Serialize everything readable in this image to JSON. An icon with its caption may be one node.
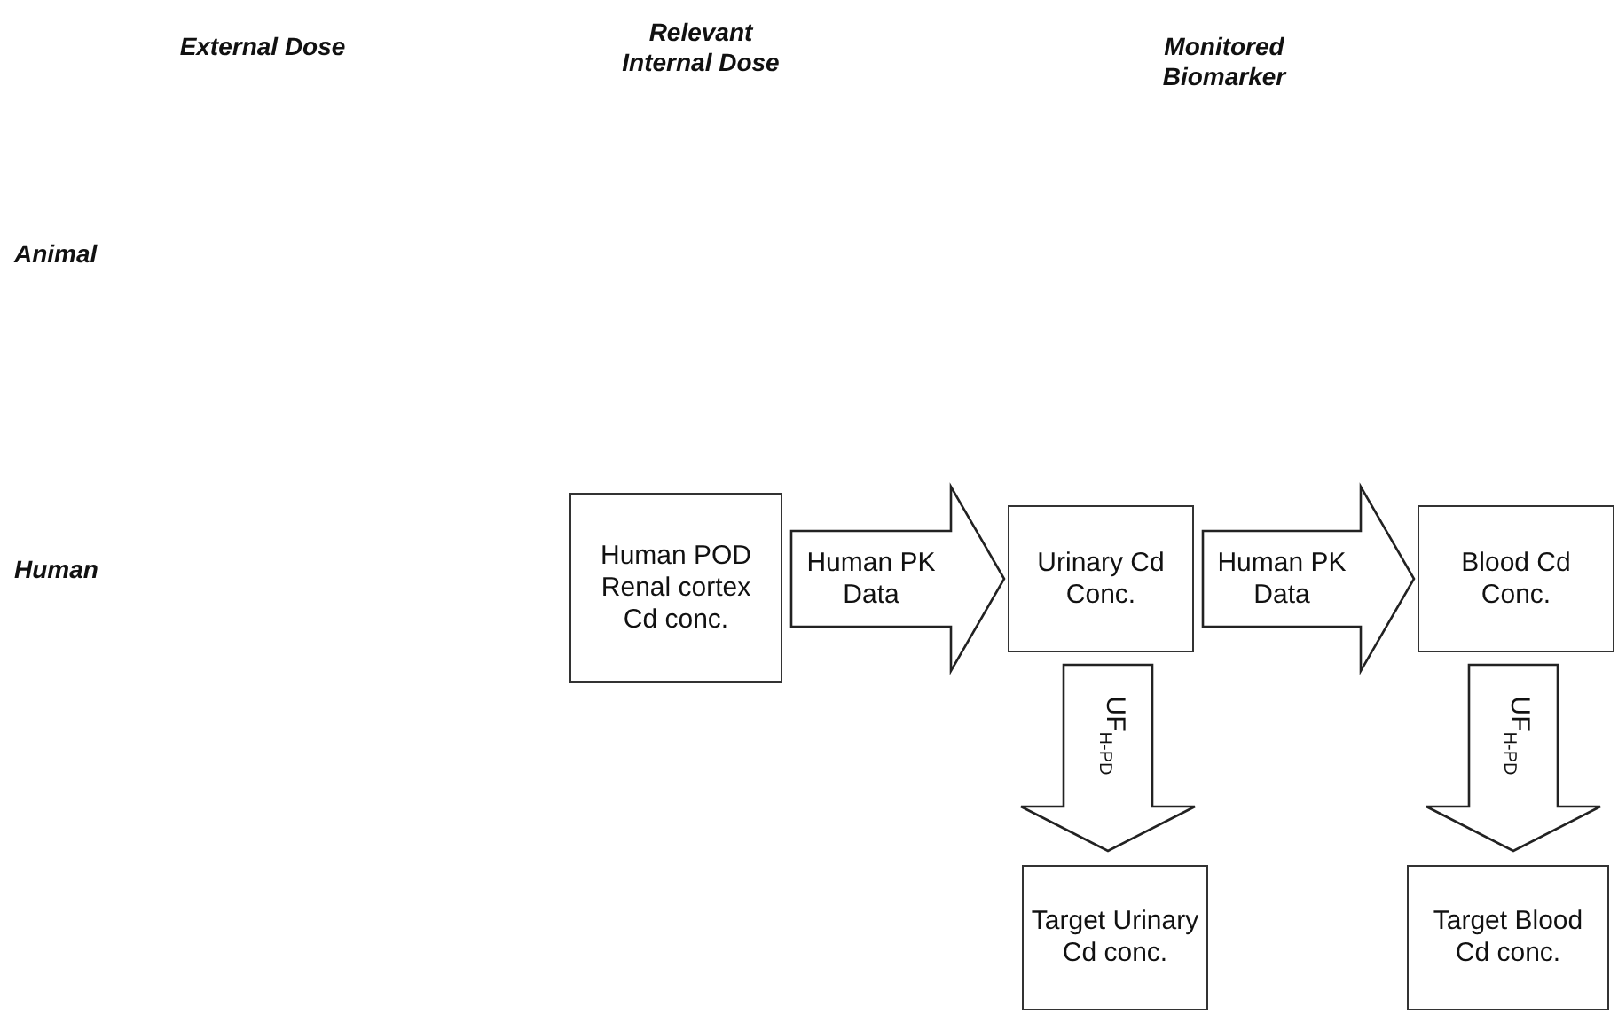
{
  "diagram": {
    "nodes": [
      {
        "text": [
          "Human POD Renal cortex Cd conc."
        ]
      },
      {
        "text": [
          "Urinary Cd Conc."
        ]
      },
      {
        "text": [
          "Blood Cd Conc."
        ]
      },
      {
        "text": [
          "Target Urinary Cd conc."
        ]
      },
      {
        "text": [
          "Target Blood Cd conc."
        ]
      }
    ],
    "edges": [
      {
        "from": 0,
        "to": 1,
        "arrow": "to",
        "label": "Human PK Data"
      },
      {
        "from": 1,
        "to": 2,
        "arrow": "to",
        "label": "Human PK Data"
      },
      {
        "from": 1,
        "to": 3,
        "arrow": "to",
        "label": "UF$_{H-PD}$"
      },
      {
        "from": 2,
        "to": 4,
        "arrow": "to",
        "label": "UF$_{H-PD}$"
      }
    ],
    "labels": [
      "External Dose",
      "Relevant Internal Dose",
      "Monitored Biomarker",
      "Animal",
      "Human"
    ]
  }
}
